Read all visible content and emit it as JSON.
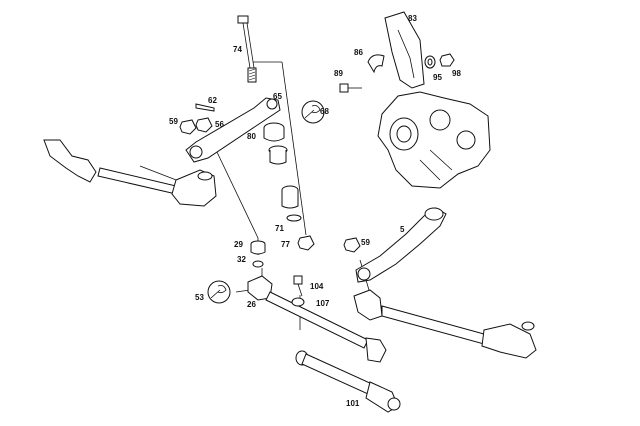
{
  "parts": {
    "p74": "74",
    "p83": "83",
    "p86": "86",
    "p89": "89",
    "p95": "95",
    "p98": "98",
    "p62": "62",
    "p59a": "59",
    "p56": "56",
    "p65": "65",
    "p68": "68",
    "p80": "80",
    "p71": "71",
    "p77": "77",
    "p29": "29",
    "p32": "32",
    "p5": "5",
    "p59b": "59",
    "p53": "53",
    "p26": "26",
    "p104": "104",
    "p107": "107",
    "p101": "101"
  },
  "icons": {
    "wrench_a": "wrench-icon",
    "wrench_b": "wrench-icon"
  }
}
